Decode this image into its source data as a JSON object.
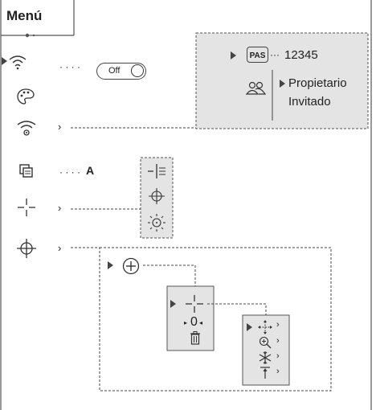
{
  "menu": {
    "title": "Menú"
  },
  "wifi_row": {
    "toggle_label": "Off"
  },
  "wifi_panel": {
    "pas_badge": "PAS",
    "password": "12345",
    "roles": [
      "Propietario",
      "Invitado"
    ]
  },
  "pip_row": {
    "value": "A"
  },
  "icons": {
    "wifi": "wifi-icon",
    "palette": "palette-icon",
    "wifi_settings": "wifi-settings-icon",
    "pip": "picture-in-picture-icon",
    "reticle": "reticle-icon",
    "zeroing": "zeroing-crosshair-icon",
    "add": "plus-icon",
    "users": "users-icon",
    "delete": "trash-icon",
    "move": "move-icon",
    "zoom": "zoom-icon",
    "freeze": "freeze-icon",
    "distance": "distance-icon"
  },
  "zero_submenu": {
    "zero_label": "0"
  },
  "colors": {
    "panel_bg": "#e4e4e4",
    "line": "#444444",
    "text": "#222222"
  }
}
